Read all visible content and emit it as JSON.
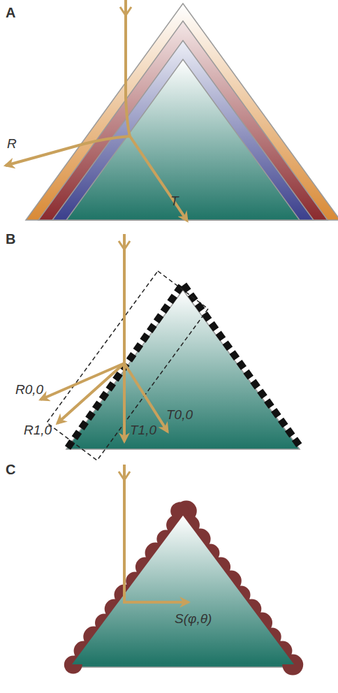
{
  "diagram": {
    "labels": [
      "A",
      "R",
      "T",
      "B",
      "R0,0",
      "R1,0",
      "T1,0",
      "T0,0",
      "C",
      "S(φ,θ)"
    ]
  }
}
